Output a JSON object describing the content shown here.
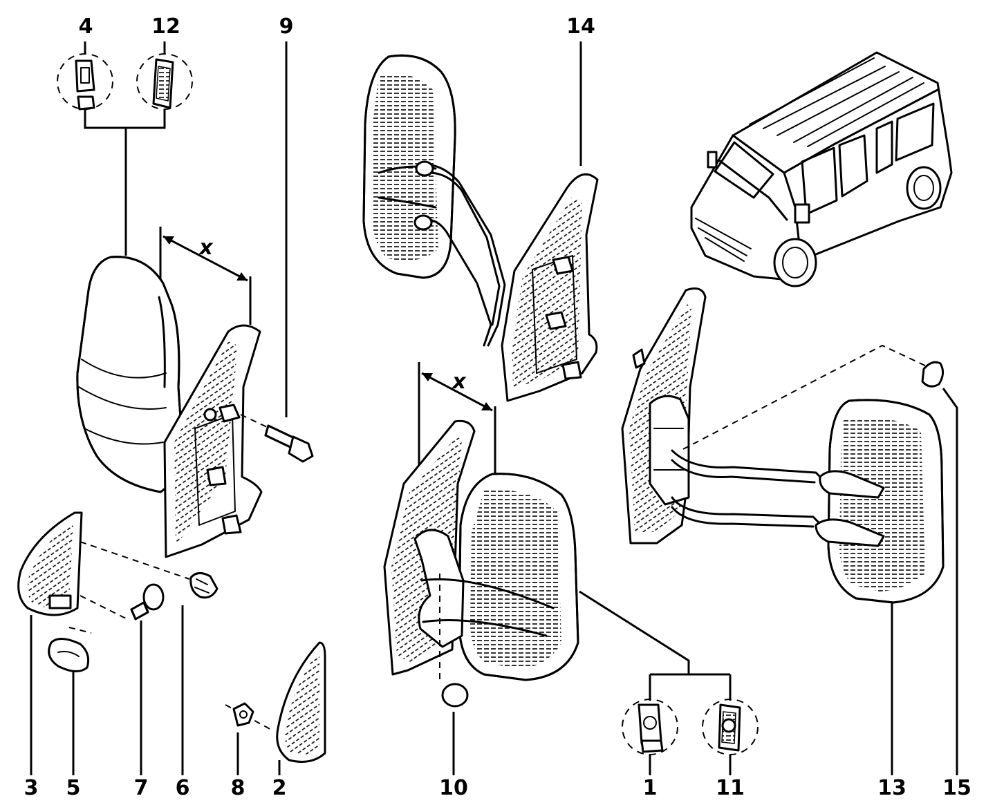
{
  "callouts": {
    "c1": "1",
    "c2": "2",
    "c3": "3",
    "c4": "4",
    "c5": "5",
    "c6": "6",
    "c7": "7",
    "c8": "8",
    "c9": "9",
    "c10": "10",
    "c11": "11",
    "c12": "12",
    "c13": "13",
    "c14": "14",
    "c15": "15"
  },
  "dimensions": {
    "left_mirror_width": "x",
    "center_mirror_width": "x"
  },
  "colors": {
    "ink": "#000000",
    "paper": "#ffffff"
  }
}
